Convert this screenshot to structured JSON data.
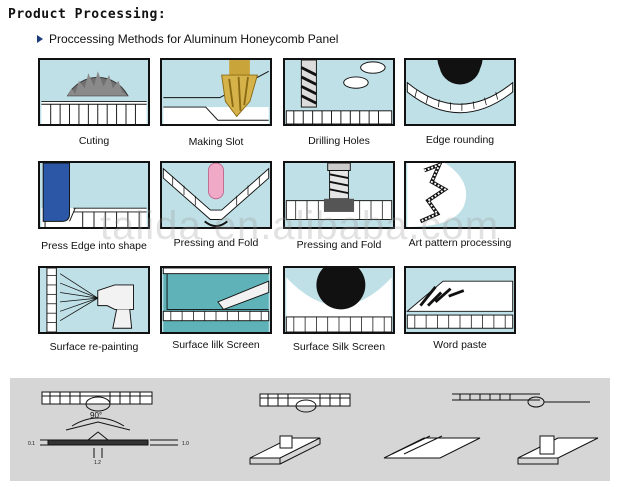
{
  "page": {
    "title": "Product  Processing:",
    "subtitle": "Proccessing Methods for Aluminum Honeycomb Panel",
    "watermark": "talida en.alibaba.com"
  },
  "methods": [
    {
      "label": "Cuting"
    },
    {
      "label": "Making Slot"
    },
    {
      "label": "Drilling Holes"
    },
    {
      "label": "Edge rounding"
    },
    {
      "label": "Press Edge into shape"
    },
    {
      "label": "Pressing and Fold"
    },
    {
      "label": "Pressing and Fold"
    },
    {
      "label": "Art pattern processing"
    },
    {
      "label": "Surface re-painting"
    },
    {
      "label": "Surface lilk Screen"
    },
    {
      "label": "Surface Silk Screen"
    },
    {
      "label": "Word paste"
    }
  ],
  "diagram": {
    "angle_label": "90°",
    "dim_a": "0.1",
    "dim_b": "1.0",
    "dim_c": "1.2"
  },
  "colors": {
    "tile_bg": "#bfe0e6",
    "strip_bg": "#d6d6d6",
    "accent_blue": "#2c57a6",
    "accent_gold": "#c9a43a",
    "accent_pink": "#f1a9c8"
  }
}
